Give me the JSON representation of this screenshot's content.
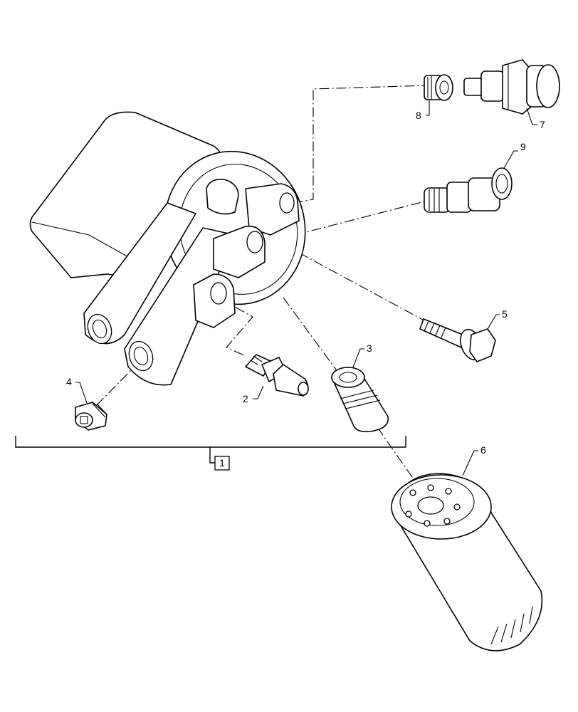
{
  "callouts": {
    "c1": "1",
    "c2": "2",
    "c3": "3",
    "c4": "4",
    "c5": "5",
    "c6": "6",
    "c7": "7",
    "c8": "8",
    "c9": "9"
  },
  "colors": {
    "line": "#000000",
    "background": "#ffffff"
  }
}
